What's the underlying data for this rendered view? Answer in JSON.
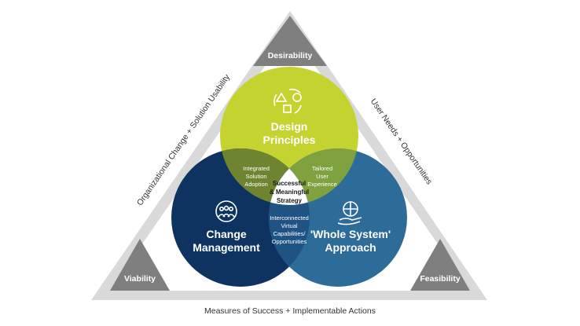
{
  "corners": {
    "top": "Desirability",
    "bottom_left": "Viability",
    "bottom_right": "Feasibility"
  },
  "sides": {
    "left": "Organizational Change + Solution Usability",
    "right": "User Needs + Opportunities",
    "bottom": "Measures of Success + Implementable Actions"
  },
  "circles": {
    "design": {
      "line1": "Design",
      "line2": "Principles",
      "color": "#c5d331",
      "icon": "shapes-cycle-icon"
    },
    "change": {
      "line1": "Change",
      "line2": "Management",
      "color": "#0e3360",
      "icon": "people-cycle-icon"
    },
    "system": {
      "line1": "'Whole System'",
      "line2": "Approach",
      "color": "#2d6b99",
      "icon": "puzzle-hand-icon"
    }
  },
  "overlaps": {
    "design_change": [
      "Integrated",
      "Solution",
      "Adoption"
    ],
    "design_system": [
      "Tailored",
      "User",
      "Experience"
    ],
    "change_system": [
      "Interconnected",
      "Virtual",
      "Capabilities/",
      "Opportunities"
    ],
    "center": [
      "Successful",
      "& Meaningful",
      "Strategy"
    ]
  },
  "colors": {
    "triangle_border": "#d9d9d9",
    "corner_fill": "#7f7f7f",
    "design_change_overlap": "#6e8431",
    "design_system_overlap": "#7fa13e",
    "change_system_overlap": "#1f5383",
    "center": "#ffffff"
  }
}
